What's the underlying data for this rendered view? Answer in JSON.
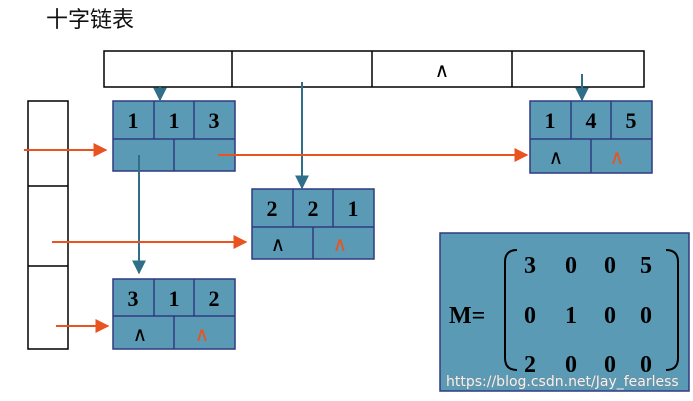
{
  "title": "十字链表",
  "col_head": [
    "",
    "",
    "∧",
    ""
  ],
  "nodes": [
    {
      "id": "n113",
      "vals": [
        "1",
        "1",
        "3"
      ],
      "down": "",
      "right": ""
    },
    {
      "id": "n145",
      "vals": [
        "1",
        "4",
        "5"
      ],
      "down": "∧",
      "right": "∧"
    },
    {
      "id": "n221",
      "vals": [
        "2",
        "2",
        "1"
      ],
      "down": "∧",
      "right": "∧"
    },
    {
      "id": "n312",
      "vals": [
        "3",
        "1",
        "2"
      ],
      "down": "∧",
      "right": "∧"
    }
  ],
  "matrix": {
    "label": "M=",
    "rows": [
      [
        "3",
        "0",
        "0",
        "5"
      ],
      [
        "0",
        "1",
        "0",
        "0"
      ],
      [
        "2",
        "0",
        "0",
        "0"
      ]
    ]
  },
  "watermark": "https://blog.csdn.net/Jay_fearless",
  "colors": {
    "node_fill": "#5b9ab5",
    "node_border": "#2f3a80",
    "pointer_blue": "#2f6f8a",
    "pointer_red": "#e8531f",
    "matrix_fill": "#5b9ab5"
  }
}
